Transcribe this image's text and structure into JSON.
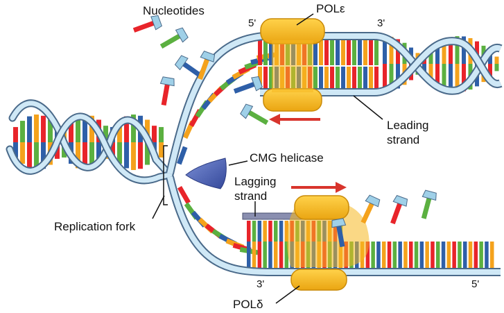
{
  "labels": {
    "nucleotides": "Nucleotides",
    "pol_epsilon": "POLε",
    "pol_delta": "POLδ",
    "leading_l1": "Leading",
    "leading_l2": "strand",
    "lagging_l1": "Lagging",
    "lagging_l2": "strand",
    "cmg_helicase": "CMG helicase",
    "replication_fork": "Replication fork",
    "top_5prime": "5'",
    "top_3prime": "3'",
    "bottom_3prime": "3'",
    "bottom_5prime": "5'"
  },
  "colors": {
    "backbone_fill": "#cfe8f6",
    "backbone_stroke": "#4a6a8a",
    "base_red": "#e8242a",
    "base_green": "#5bb040",
    "base_blue": "#2e5fa8",
    "base_orange": "#f4a21c",
    "polymerase": "#f5b820",
    "polymerase_edge": "#c98a08",
    "helicase": "#4a62b0",
    "arrow": "#d8342c",
    "primer": "#8a8fb0"
  }
}
